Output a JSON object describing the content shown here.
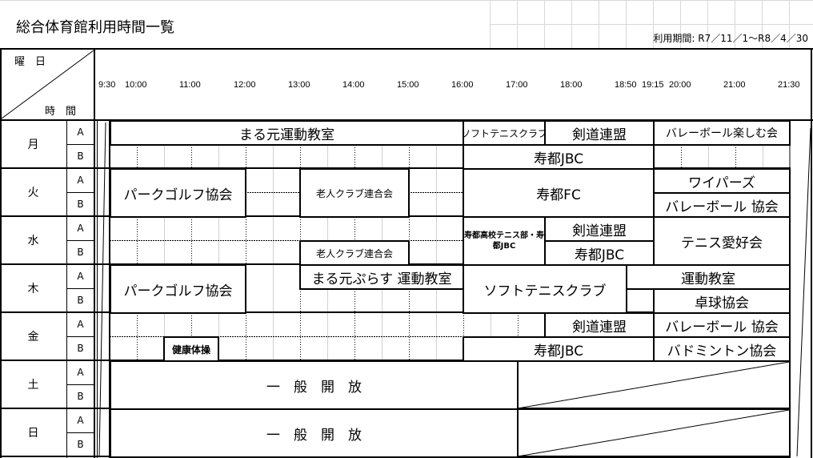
{
  "title": "総合体育館利用時間一覧",
  "period": "利用期間: R7／11／1～R8／4／30",
  "header": {
    "day_label": "曜　日",
    "time_label": "時　間"
  },
  "times": [
    "9:30",
    "10:00",
    "11:00",
    "12:00",
    "13:00",
    "14:00",
    "15:00",
    "16:00",
    "17:00",
    "18:00",
    "18:50",
    "19:15",
    "20:00",
    "21:00",
    "21:30"
  ],
  "days": [
    "月",
    "火",
    "水",
    "木",
    "金",
    "土",
    "日"
  ],
  "slots": [
    "A",
    "B"
  ],
  "schedule": {
    "mon": [
      "まる元運動教室",
      "ソフトテニスクラブ",
      "剣道連盟",
      "バレーボール楽しむ会",
      "寿都JBC"
    ],
    "tue": [
      "パークゴルフ協会",
      "老人クラブ連合会",
      "寿都FC",
      "ワイパーズ",
      "バレーボール 協会"
    ],
    "wed": [
      "寿都高校テニス部・寿都JBC",
      "剣道連盟",
      "寿都JBC",
      "テニス愛好会",
      "老人クラブ連合会"
    ],
    "thu": [
      "パークゴルフ協会",
      "まる元ぷらす 運動教室",
      "ソフトテニスクラブ",
      "運動教室",
      "卓球協会"
    ],
    "fri": [
      "剣道連盟",
      "バレーボール 協会",
      "健康体操",
      "寿都JBC",
      "バドミントン協会"
    ],
    "sat": [
      "一　般　開　放"
    ],
    "sun": [
      "一　般　開　放"
    ]
  }
}
